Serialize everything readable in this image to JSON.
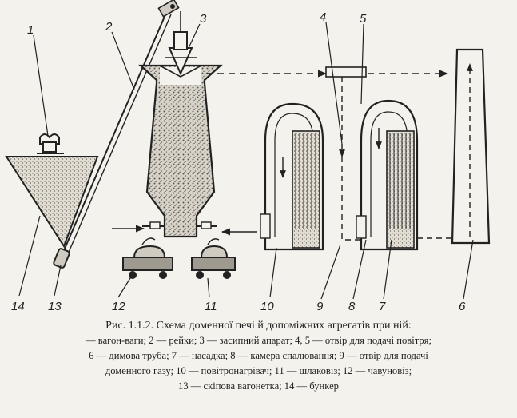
{
  "labels": {
    "n1": "1",
    "n2": "2",
    "n3": "3",
    "n4": "4",
    "n5": "5",
    "n6": "6",
    "n7": "7",
    "n8": "8",
    "n9": "9",
    "n10": "10",
    "n11": "11",
    "n12": "12",
    "n13": "13",
    "n14": "14"
  },
  "caption": {
    "title": "Рис. 1.1.2. Схема доменної печі й допоміжних агрегатів при ній:",
    "line1": "— вагон-ваги; 2 — рейки; 3 — засипний апарат; 4, 5 — отвір для подачі повітря;",
    "line2": "6 — димова труба; 7 — насадка; 8 — камера спалювання; 9 — отвір для подачі",
    "line3": "доменного газу; 10 — повітронагрівач; 11 — шлаковіз; 12 — чавуновіз;",
    "line4": "13 — скіпова вагонетка; 14 — бункер"
  },
  "colors": {
    "ink": "#222222",
    "paper": "#f4f2ec",
    "fill": "#cfcbc0"
  }
}
